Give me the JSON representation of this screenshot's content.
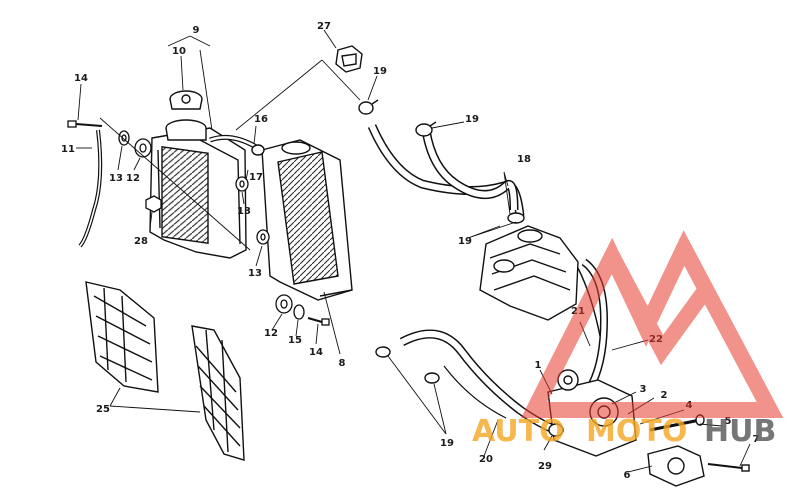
{
  "diagram": {
    "callouts": {
      "c1": "1",
      "c2": "2",
      "c3": "3",
      "c4": "4",
      "c5": "5",
      "c6": "6",
      "c7": "7",
      "c8": "8",
      "c9": "9",
      "c10": "10",
      "c11": "11",
      "c12a": "12",
      "c12b": "12",
      "c13a": "13",
      "c13b": "13",
      "c13c": "13",
      "c14a": "14",
      "c14b": "14",
      "c15": "15",
      "c16": "16",
      "c17": "17",
      "c18": "18",
      "c19a": "19",
      "c19b": "19",
      "c19c": "19",
      "c19d": "19",
      "c20": "20",
      "c21": "21",
      "c22": "22",
      "c25": "25",
      "c27": "27",
      "c28": "28",
      "c29": "29"
    }
  },
  "watermark": {
    "brand_a": "AUTO",
    "brand_b": "MOTO",
    "brand_c": "HUB",
    "color_red": "#e63a2e",
    "color_orange": "#f5a623",
    "color_gray": "#555555"
  }
}
